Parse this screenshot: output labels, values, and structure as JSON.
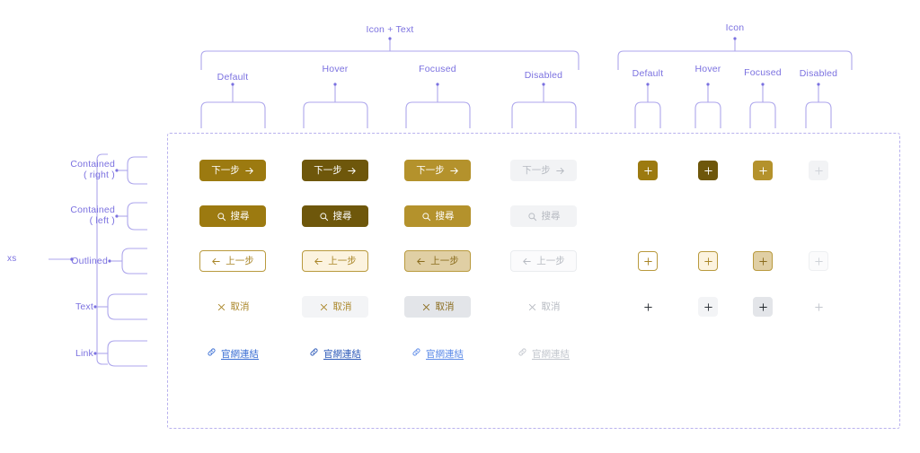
{
  "meta": {
    "page_background": "#ffffff",
    "annotation_color": "#7B71E0",
    "annotation_line_color": "#ADA6EC",
    "container_border_color": "#B9B2EE"
  },
  "annotations": {
    "size_label": "xs",
    "groups": [
      {
        "id": "icon-text",
        "label": "Icon + Text"
      },
      {
        "id": "icon",
        "label": "Icon"
      }
    ],
    "states_icon_text": [
      "Default",
      "Hover",
      "Focused",
      "Disabled"
    ],
    "states_icon": [
      "Default",
      "Hover",
      "Focused",
      "Disabled"
    ],
    "variants": [
      {
        "id": "contained-right",
        "line1": "Contained",
        "line2": "( right )"
      },
      {
        "id": "contained-left",
        "line1": "Contained",
        "line2": "( left )"
      },
      {
        "id": "outlined",
        "line1": "Outlined",
        "line2": ""
      },
      {
        "id": "text",
        "line1": "Text",
        "line2": ""
      },
      {
        "id": "link",
        "line1": "Link",
        "line2": ""
      }
    ]
  },
  "palette": {
    "gold_default": "#9C7A10",
    "gold_hover": "#6E570B",
    "gold_focused": "#B4922C",
    "gold_text": "#A98527",
    "outline_border": "#B99A3E",
    "outline_hover_bg": "#FCF3DF",
    "outline_focused_bg": "#E0CFA4",
    "outline_focused_border": "#B99A3E",
    "disabled_bg": "#F2F3F5",
    "disabled_text": "#B6BAC1",
    "text_hover_bg": "#F3F4F6",
    "text_focused_bg": "#E3E5E9",
    "link_color": "#3B6FD4",
    "link_disabled": "#C3C7CE",
    "icon_dark": "#2E3339",
    "white": "#FFFFFF"
  },
  "rows": [
    {
      "id": "contained-right",
      "kind": "contained",
      "icon_position": "right",
      "label": "下一步",
      "icon": "arrow-right-icon",
      "icon_glyph": "→",
      "states": [
        {
          "state": "Default",
          "bg": "#9C7A10",
          "fg": "#FFFFFF",
          "border": "#9C7A10"
        },
        {
          "state": "Hover",
          "bg": "#6E570B",
          "fg": "#FFFFFF",
          "border": "#6E570B"
        },
        {
          "state": "Focused",
          "bg": "#B4922C",
          "fg": "#FFFFFF",
          "border": "#B4922C"
        },
        {
          "state": "Disabled",
          "bg": "#F2F3F5",
          "fg": "#B6BAC1",
          "border": "#F2F3F5"
        }
      ],
      "icon_only": [
        {
          "state": "Default",
          "bg": "#9C7A10",
          "fg": "#FFFFFF",
          "border": "#9C7A10"
        },
        {
          "state": "Hover",
          "bg": "#6E570B",
          "fg": "#FFFFFF",
          "border": "#6E570B"
        },
        {
          "state": "Focused",
          "bg": "#B4922C",
          "fg": "#FFFFFF",
          "border": "#B4922C"
        },
        {
          "state": "Disabled",
          "bg": "#F2F3F5",
          "fg": "#CFD3D9",
          "border": "#F2F3F5"
        }
      ],
      "icon_only_glyph": "plus-icon"
    },
    {
      "id": "contained-left",
      "kind": "contained",
      "icon_position": "left",
      "label": "搜尋",
      "icon": "search-icon",
      "icon_glyph": "⌕",
      "states": [
        {
          "state": "Default",
          "bg": "#9C7A10",
          "fg": "#FFFFFF",
          "border": "#9C7A10"
        },
        {
          "state": "Hover",
          "bg": "#6E570B",
          "fg": "#FFFFFF",
          "border": "#6E570B"
        },
        {
          "state": "Focused",
          "bg": "#B4922C",
          "fg": "#FFFFFF",
          "border": "#B4922C"
        },
        {
          "state": "Disabled",
          "bg": "#F2F3F5",
          "fg": "#B6BAC1",
          "border": "#F2F3F5"
        }
      ],
      "icon_only": [],
      "icon_only_glyph": ""
    },
    {
      "id": "outlined",
      "kind": "outlined",
      "icon_position": "left",
      "label": "上一步",
      "icon": "arrow-left-icon",
      "icon_glyph": "←",
      "states": [
        {
          "state": "Default",
          "bg": "#FFFFFF",
          "fg": "#A98527",
          "border": "#B99A3E"
        },
        {
          "state": "Hover",
          "bg": "#FCF3DF",
          "fg": "#A98527",
          "border": "#B99A3E"
        },
        {
          "state": "Focused",
          "bg": "#E0CFA4",
          "fg": "#8A6C1D",
          "border": "#B99A3E"
        },
        {
          "state": "Disabled",
          "bg": "#FBFBFC",
          "fg": "#B6BAC1",
          "border": "#EAECEF"
        }
      ],
      "icon_only": [
        {
          "state": "Default",
          "bg": "#FFFFFF",
          "fg": "#A98527",
          "border": "#B99A3E"
        },
        {
          "state": "Hover",
          "bg": "#FCF3DF",
          "fg": "#A98527",
          "border": "#B99A3E"
        },
        {
          "state": "Focused",
          "bg": "#E0CFA4",
          "fg": "#8A6C1D",
          "border": "#B99A3E"
        },
        {
          "state": "Disabled",
          "bg": "#FBFBFC",
          "fg": "#CFD3D9",
          "border": "#EEF0F2"
        }
      ],
      "icon_only_glyph": "plus-icon"
    },
    {
      "id": "text",
      "kind": "text",
      "icon_position": "left",
      "label": "取消",
      "icon": "close-icon",
      "icon_glyph": "✕",
      "states": [
        {
          "state": "Default",
          "bg": "transparent",
          "fg": "#A98527",
          "border": "transparent"
        },
        {
          "state": "Hover",
          "bg": "#F3F4F6",
          "fg": "#A98527",
          "border": "#F3F4F6"
        },
        {
          "state": "Focused",
          "bg": "#E3E5E9",
          "fg": "#8A6C1D",
          "border": "#E3E5E9"
        },
        {
          "state": "Disabled",
          "bg": "transparent",
          "fg": "#B6BAC1",
          "border": "transparent"
        }
      ],
      "icon_only": [
        {
          "state": "Default",
          "bg": "transparent",
          "fg": "#2E3339",
          "border": "transparent"
        },
        {
          "state": "Hover",
          "bg": "#F3F4F6",
          "fg": "#2E3339",
          "border": "#F3F4F6"
        },
        {
          "state": "Focused",
          "bg": "#E3E5E9",
          "fg": "#22272C",
          "border": "#E3E5E9"
        },
        {
          "state": "Disabled",
          "bg": "transparent",
          "fg": "#C3C7CE",
          "border": "transparent"
        }
      ],
      "icon_only_glyph": "plus-icon"
    },
    {
      "id": "link",
      "kind": "link",
      "icon_position": "left",
      "label": "官網連結",
      "icon": "link-icon",
      "icon_glyph": "🔗",
      "states": [
        {
          "state": "Default",
          "bg": "transparent",
          "fg": "#3B6FD4",
          "border": "transparent"
        },
        {
          "state": "Hover",
          "bg": "transparent",
          "fg": "#2C59B8",
          "border": "transparent"
        },
        {
          "state": "Focused",
          "bg": "transparent",
          "fg": "#5B8AE8",
          "border": "transparent"
        },
        {
          "state": "Disabled",
          "bg": "transparent",
          "fg": "#C3C7CE",
          "border": "transparent"
        }
      ],
      "icon_only": [],
      "icon_only_glyph": ""
    }
  ]
}
